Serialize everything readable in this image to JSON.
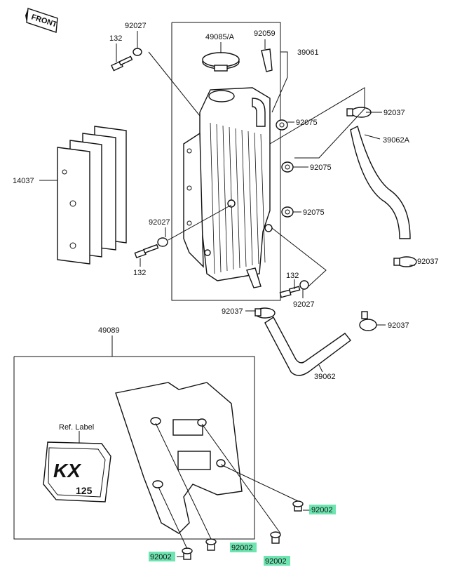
{
  "front_badge": "FRONT",
  "labels": {
    "l_92027_top": "92027",
    "l_132_top": "132",
    "l_49085": "49085/A",
    "l_92059": "92059",
    "l_39061": "39061",
    "l_92075_a": "92075",
    "l_92075_b": "92075",
    "l_92075_c": "92075",
    "l_92037_a": "92037",
    "l_39062A": "39062A",
    "l_14037": "14037",
    "l_92027_mid": "92027",
    "l_132_mid": "132",
    "l_92037_b": "92037",
    "l_132_right": "132",
    "l_92027_right": "92027",
    "l_92037_c": "92037",
    "l_92037_d": "92037",
    "l_49089": "49089",
    "l_39062": "39062",
    "l_ref_label": "Ref. Label",
    "l_92002_a": "92002",
    "l_92002_b": "92002",
    "l_92002_c": "92002",
    "l_92002_d": "92002"
  },
  "decal": {
    "brand": "KX",
    "model": "125"
  },
  "highlight_color": "#3ddc97"
}
